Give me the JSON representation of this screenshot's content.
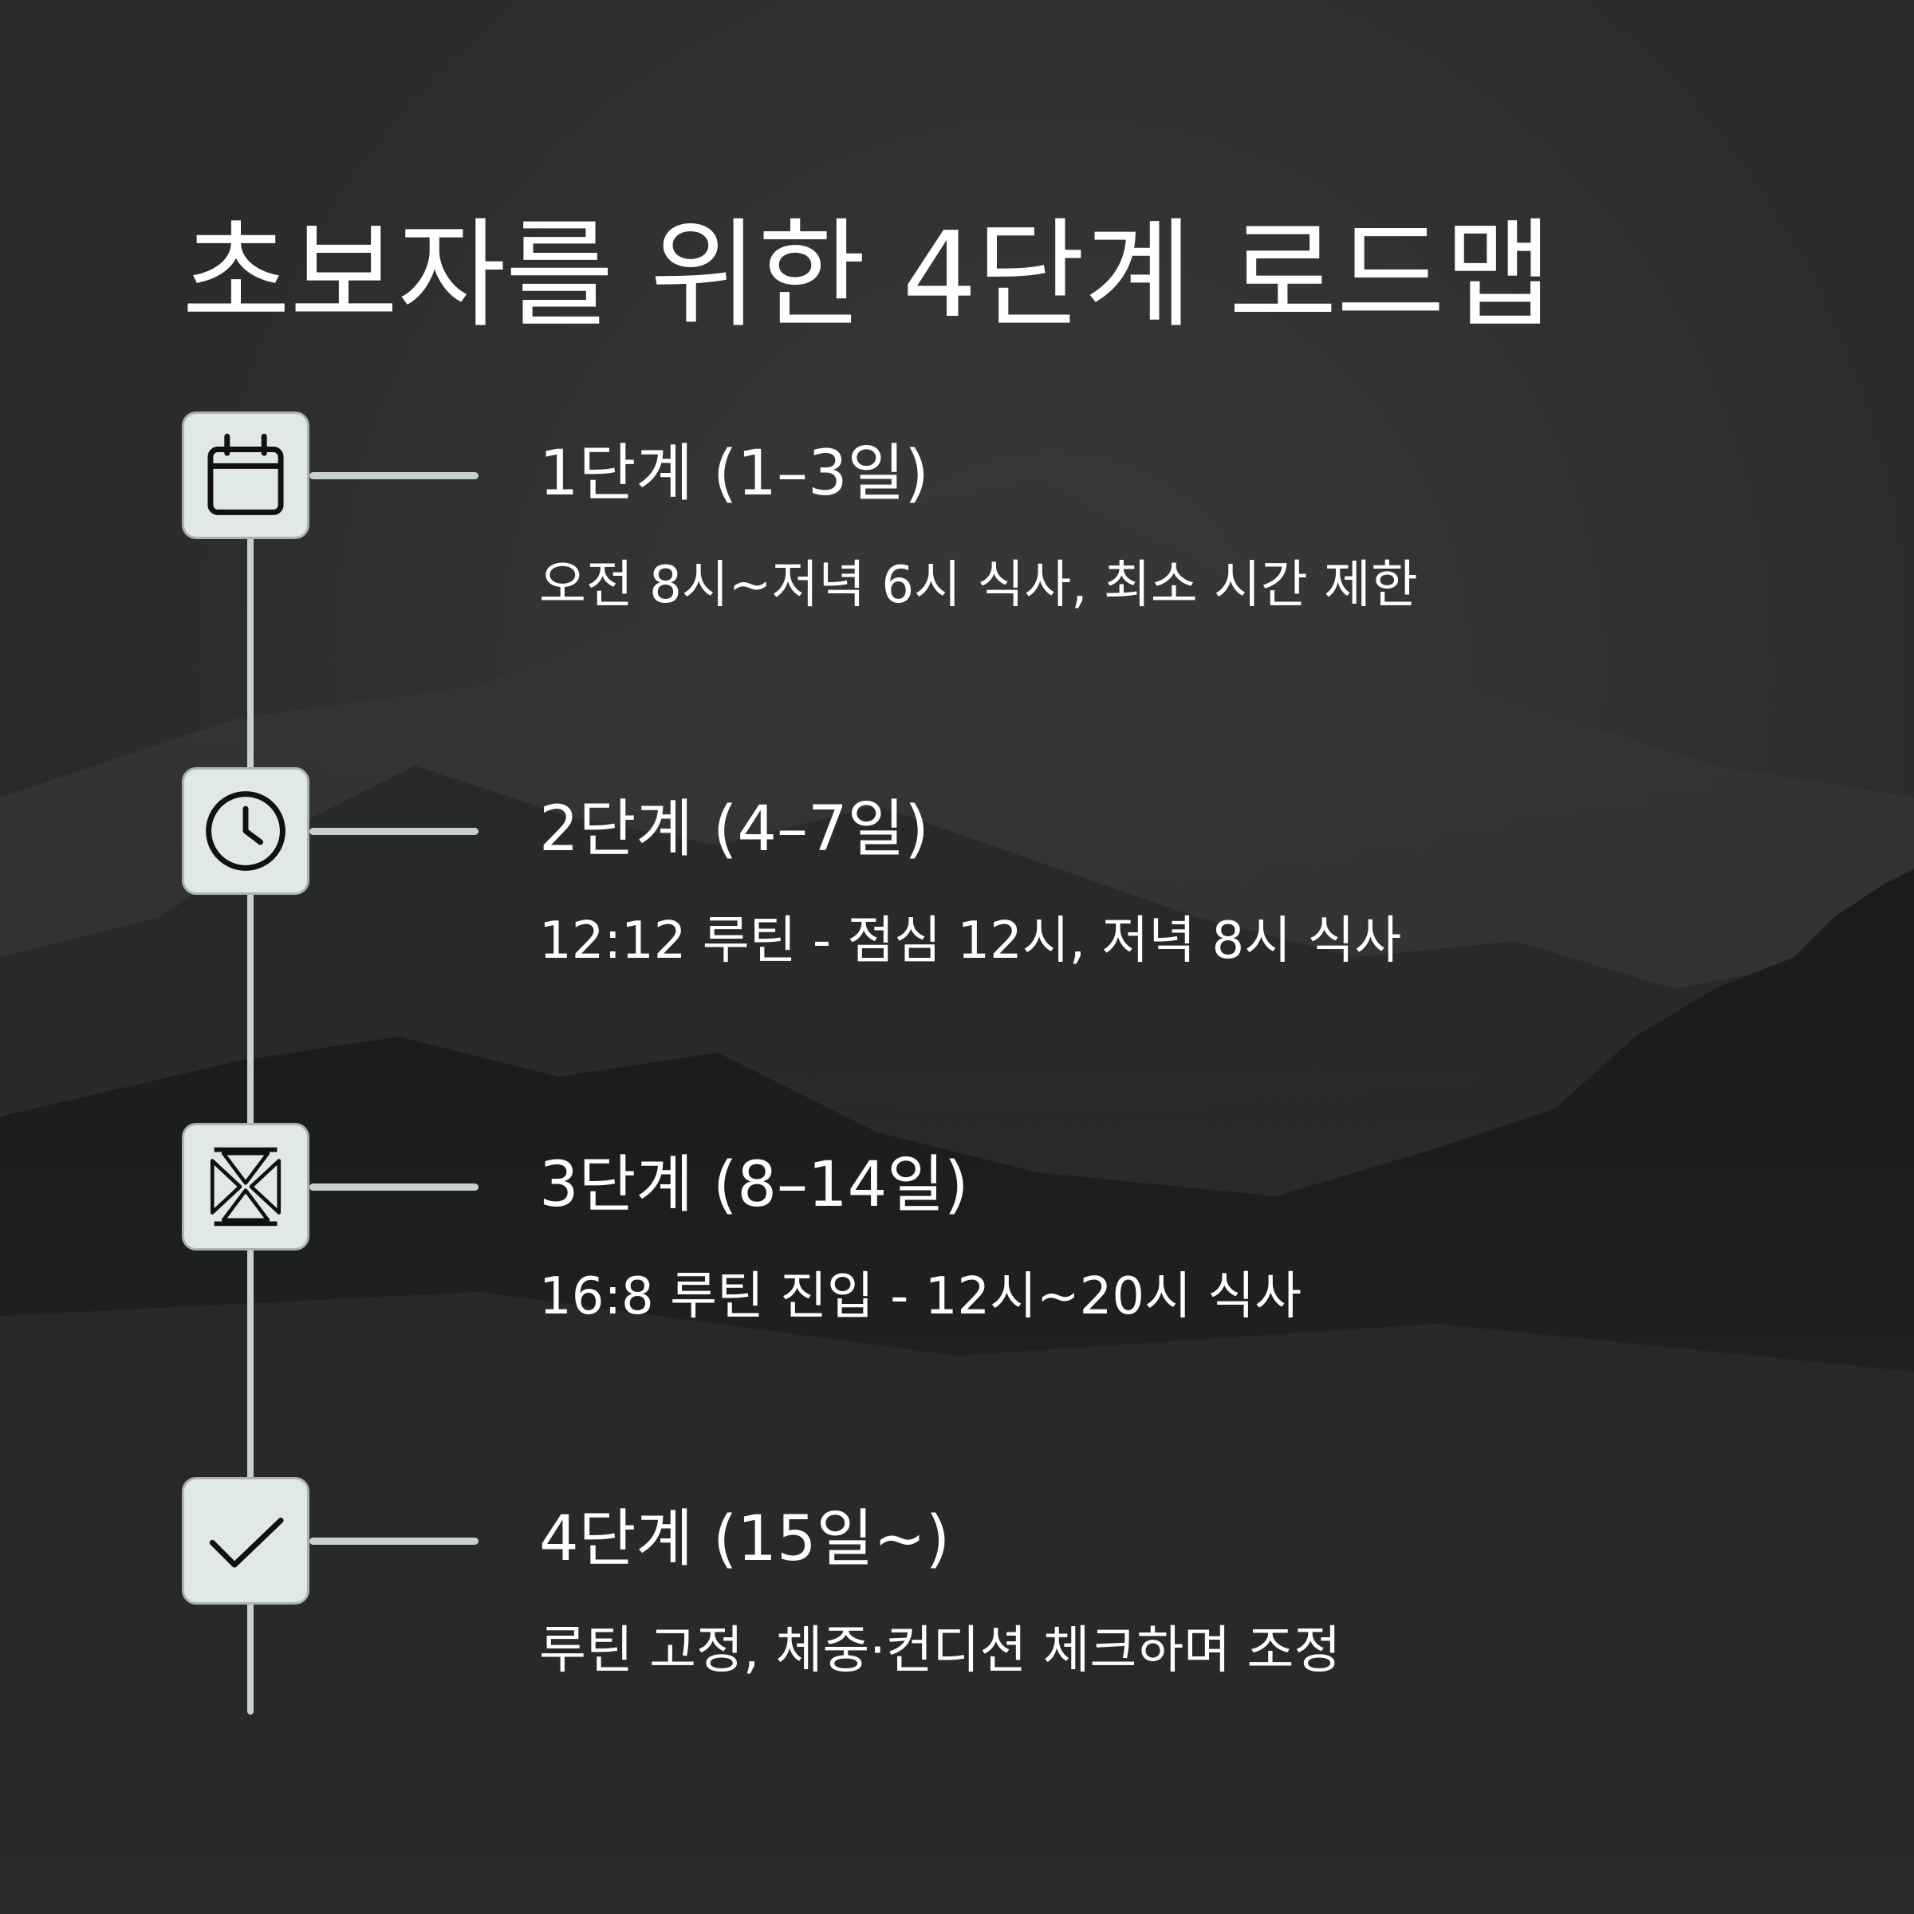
{
  "title": "초보자를 위한 4단계 로드맵",
  "colors": {
    "background": "#2b2b2b",
    "icon_fill": "#e1e9e6",
    "line": "#c9d1cd",
    "text": "#ffffff"
  },
  "steps": [
    {
      "icon": "calendar-icon",
      "title": "1단계 (1–3일)",
      "desc": "오전 8시~저녁 6시 식사, 최소 시간 제한"
    },
    {
      "icon": "clock-icon",
      "title": "2단계 (4–7일)",
      "desc": "12:12 루틴 - 점심 12시, 저녁 8시 식사"
    },
    {
      "icon": "hourglass-icon",
      "title": "3단계 (8–14일)",
      "desc": "16:8 루틴 진입 - 12시~20시 식사"
    },
    {
      "icon": "checkmark-icon",
      "title": "4단계 (15일~)",
      "desc": "루틴 고정, 체중·컨디션 체크하며 조정"
    }
  ]
}
